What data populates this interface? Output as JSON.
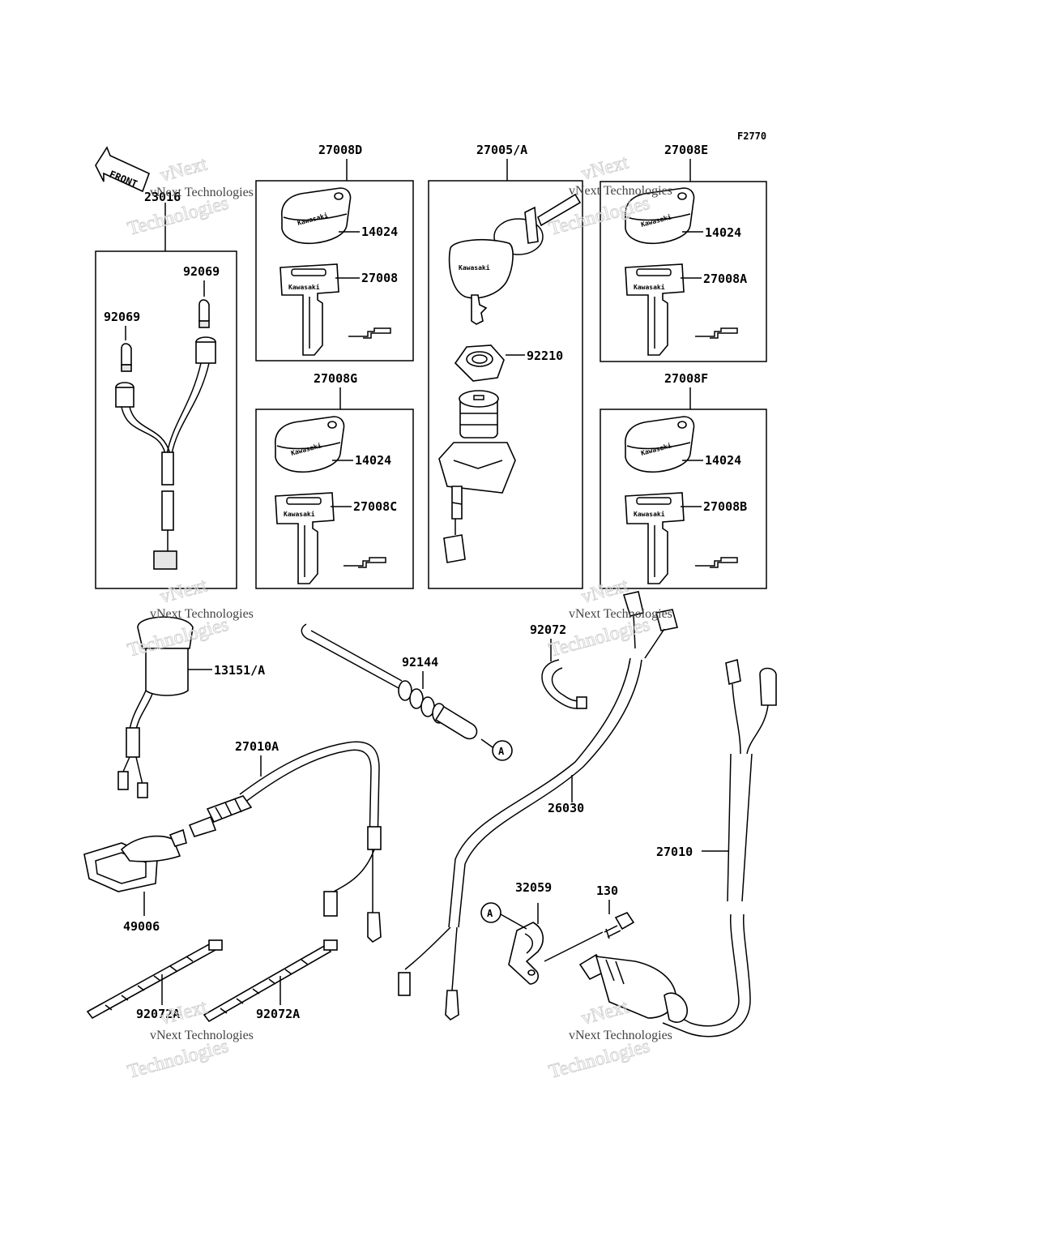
{
  "figure_code": "F2770",
  "front_label": "FRONT",
  "brand_text": "Kawasaki",
  "watermark": {
    "line1": "vNext",
    "line2": "Technologies",
    "line3": "vNext Technologies"
  },
  "labels": {
    "g27008D": "27008D",
    "g27005A": "27005/A",
    "g27008E": "27008E",
    "g27008G": "27008G",
    "g27008F": "27008F",
    "g23016": "23016",
    "p14024_d": "14024",
    "p27008": "27008",
    "p14024_e": "14024",
    "p27008A": "27008A",
    "p14024_g": "14024",
    "p27008C": "27008C",
    "p14024_f": "14024",
    "p27008B": "27008B",
    "p92210": "92210",
    "p92069_a": "92069",
    "p92069_b": "92069",
    "p13151A": "13151/A",
    "p92144": "92144",
    "p92072": "92072",
    "p27010A": "27010A",
    "p26030": "26030",
    "p27010": "27010",
    "p49006": "49006",
    "p32059": "32059",
    "p130": "130",
    "p92072A_1": "92072A",
    "p92072A_2": "92072A",
    "ref_a1": "A",
    "ref_a2": "A"
  }
}
